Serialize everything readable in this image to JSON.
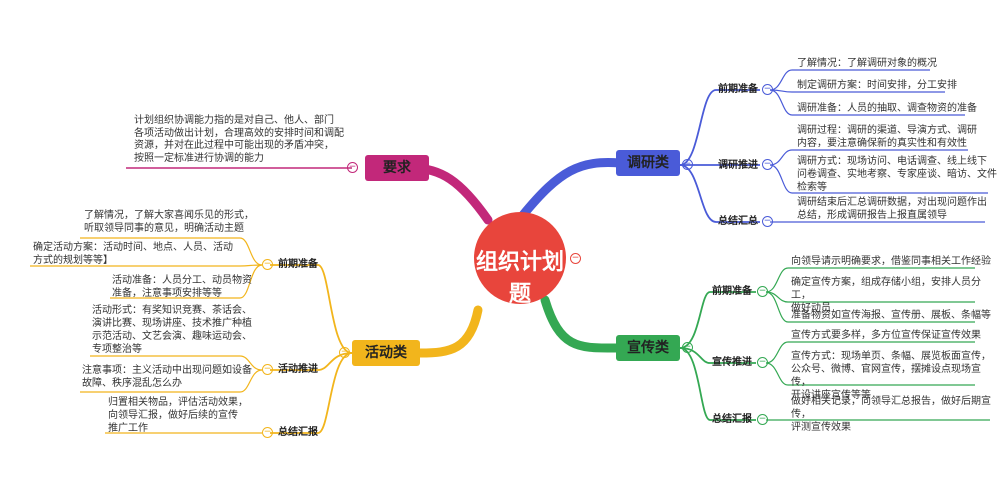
{
  "center": {
    "title": "组织计划题",
    "color": "#e8453c"
  },
  "colors": {
    "blue": "#4a5bd8",
    "green": "#34a853",
    "yellow": "#f2b51c",
    "magenta": "#c2287a"
  },
  "requirement": {
    "label": "要求",
    "text": "计划组织协调能力指的是对自己、他人、部门\n各项活动做出计划，合理高效的安排时间和调配\n资源，并对在此过程中可能出现的矛盾冲突，\n按照一定标准进行协调的能力"
  },
  "research": {
    "label": "调研类",
    "groups": [
      {
        "label": "前期准备",
        "items": [
          "了解情况：了解调研对象的概况",
          "制定调研方案：时间安排，分工安排",
          "调研准备：人员的抽取、调查物资的准备"
        ]
      },
      {
        "label": "调研推进",
        "items": [
          "调研过程：调研的渠道、导演方式、调研\n内容，要注意确保新的真实性和有效性",
          "调研方式：现场访问、电话调查、线上线下\n问卷调查、实地考察、专家座谈、暗访、文件\n检索等"
        ]
      },
      {
        "label": "总结汇总",
        "items": [
          "调研结束后汇总调研数据，对出现问题作出\n总结，形成调研报告上报直属领导"
        ]
      }
    ]
  },
  "publicity": {
    "label": "宣传类",
    "groups": [
      {
        "label": "前期准备",
        "items": [
          "向领导请示明确要求，借鉴同事相关工作经验",
          "确定宣传方案，组成存储小组，安排人员分工，\n做好动员",
          "准备物资如宣传海报、宣传册、展板、条幅等"
        ]
      },
      {
        "label": "宣传推进",
        "items": [
          "宣传方式要多样，多方位宣传保证宣传效果",
          "宣传方式：现场单页、条幅、展览板面宣传，\n公众号、微博、官网宣传，摆摊设点现场宣传，\n开设讲座宣传等等"
        ]
      },
      {
        "label": "总结汇报",
        "items": [
          "做好相关记录，向领导汇总报告，做好后期宣传，\n评测宣传效果"
        ]
      }
    ]
  },
  "activity": {
    "label": "活动类",
    "groups": [
      {
        "label": "前期准备",
        "items": [
          "了解情况，了解大家喜闻乐见的形式，\n听取领导同事的意见，明确活动主题",
          "确定活动方案：活动时间、地点、人员、活动\n方式的规划等等】",
          "活动准备：人员分工、动员物资\n准备，注意事项安排等等"
        ]
      },
      {
        "label": "活动推进",
        "items": [
          "活动形式：有奖知识竞赛、茶话会、\n演讲比赛、现场讲座、技术推广种植\n示范活动、文艺会演、趣味运动会、\n专项整治等",
          "注意事项：主义活动中出现问题如设备\n故障、秩序混乱怎么办"
        ]
      },
      {
        "label": "总结汇报",
        "items": [
          "归置相关物品，评估活动效果，\n向领导汇报，做好后续的宣传\n推广工作"
        ]
      }
    ]
  }
}
